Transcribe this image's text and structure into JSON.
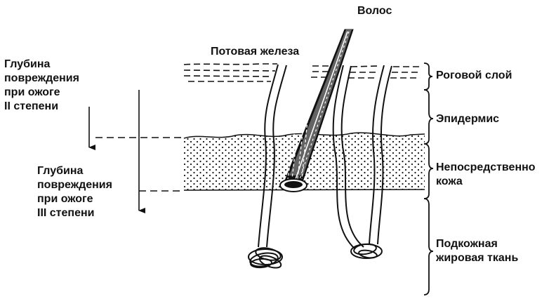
{
  "diagram": {
    "labels": {
      "hair": "Волос",
      "sweat_gland": "Потовая железа",
      "burn_depth_2": "Глубина повреждения при ожоге II степени",
      "burn_depth_2_lines": [
        "Глубина",
        "повреждения",
        "при ожоге",
        "II степени"
      ],
      "burn_depth_3": "Глубина повреждения при ожоге III степени",
      "burn_depth_3_lines": [
        "Глубина",
        "повреждения",
        "при ожоге",
        "III степени"
      ],
      "stratum_corneum": "Роговой слой",
      "epidermis": "Эпидермис",
      "dermis": "Непосредственно кожа",
      "dermis_lines": [
        "Непосредственно",
        "кожа"
      ],
      "subcutaneous_fat": "Подкожная жировая ткань",
      "subcutaneous_fat_lines": [
        "Подкожная",
        "жировая ткань"
      ]
    },
    "colors": {
      "ink": "#111111",
      "background": "#ffffff"
    }
  }
}
